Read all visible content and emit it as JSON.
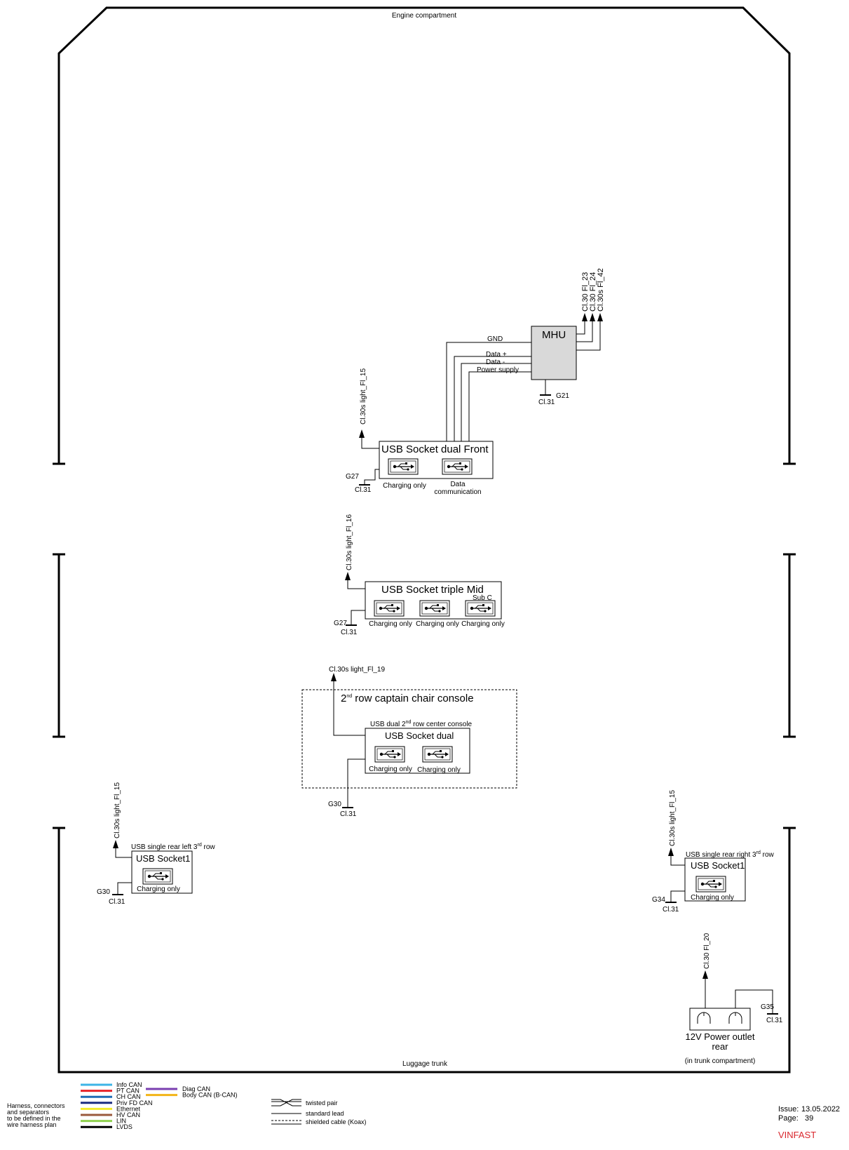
{
  "areas": {
    "top": "Engine compartment",
    "bottom": "Luggage trunk"
  },
  "mhu": {
    "label": "MHU",
    "ground_id": "G21",
    "ground_label": "Cl.31",
    "outputs": [
      "Cl.30 Fl_23",
      "Cl.30 Fl_24",
      "Cl.30s Fl_42"
    ],
    "wires": [
      "GND",
      "Data +",
      "Data -",
      "Power supply"
    ]
  },
  "usb_front": {
    "title": "USB Socket dual Front",
    "power": "Cl.30s light_Fl_15",
    "ground_id": "G27",
    "ground_label": "Cl.31",
    "port1": "Charging only",
    "port2_line1": "Data",
    "port2_line2": "communication"
  },
  "usb_mid": {
    "title": "USB Socket triple Mid",
    "power": "Cl.30s light_Fl_16",
    "ground_id": "G27",
    "ground_label": "Cl.31",
    "sub_c": "Sub C",
    "ports": [
      "Charging only",
      "Charging only",
      "Charging only"
    ]
  },
  "console": {
    "title_pre": "2",
    "title_sup": "nd",
    "title_post": " row captain chair console",
    "power": "Cl.30s light_Fl_19",
    "sub_pre": "USB dual 2",
    "sub_sup": "nd",
    "sub_post": " row center console",
    "socket_title": "USB Socket dual",
    "ground_id": "G30",
    "ground_label": "Cl.31",
    "ports": [
      "Charging only",
      "Charging only"
    ]
  },
  "rear_left": {
    "power": "Cl.30s light_Fl_15",
    "sub_pre": "USB single rear left 3",
    "sub_sup": "rd",
    "sub_post": " row",
    "title": "USB Socket1",
    "port": "Charging only",
    "ground_id": "G30",
    "ground_label": "Cl.31"
  },
  "rear_right": {
    "power": "Cl.30s light_Fl_15",
    "sub_pre": "USB single rear right 3",
    "sub_sup": "rd",
    "sub_post": " row",
    "title": "USB Socket1",
    "port": "Charging only",
    "ground_id": "G34",
    "ground_label": "Cl.31"
  },
  "outlet": {
    "power": "Cl.30 Fl_20",
    "ground_id": "G35",
    "ground_label": "Cl.31",
    "title1": "12V Power outlet",
    "title2": "rear",
    "note": "(in trunk compartment)"
  },
  "legend": {
    "note_lines": [
      "Harness, connectors",
      "and separators",
      "to be defined in the",
      "wire harness plan"
    ],
    "buses": [
      {
        "label": "Info CAN",
        "color": "#3db4e6"
      },
      {
        "label": "PT CAN",
        "color": "#e8232a"
      },
      {
        "label": "CH CAN",
        "color": "#1f6bb5"
      },
      {
        "label": "Priv FD CAN",
        "color": "#1a2b80"
      },
      {
        "label": "Ethernet",
        "color": "#f3ea2a"
      },
      {
        "label": "HV CAN",
        "color": "#9a5a3c"
      },
      {
        "label": "LIN",
        "color": "#8fd14f"
      },
      {
        "label": "LVDS",
        "color": "#000000"
      }
    ],
    "buses2": [
      {
        "label": "Diag CAN",
        "color": "#7a3fb0"
      },
      {
        "label": "Body CAN (B-CAN)",
        "color": "#f2b418"
      }
    ],
    "lines": [
      {
        "label": "twisted pair"
      },
      {
        "label": "standard lead"
      },
      {
        "label": "shielded cable (Koax)"
      }
    ]
  },
  "footer": {
    "issue_label": "Issue:",
    "issue": "13.05.2022",
    "page_label": "Page:",
    "page": "39",
    "brand": "VINFAST"
  }
}
